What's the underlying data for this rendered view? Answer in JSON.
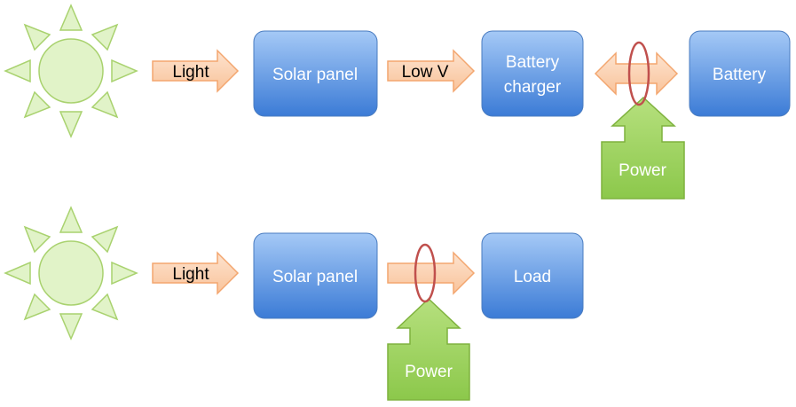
{
  "colors": {
    "sun_fill": "#dff2c4",
    "sun_stroke": "#a6d36b",
    "arrow_fill": "#fbd1b1",
    "arrow_stroke": "#f3a66f",
    "box_top": "#9cc3f3",
    "box_bottom": "#3a7bd5",
    "box_stroke": "#4a7cc0",
    "power_fill": "#9fd45e",
    "power_stroke": "#7fb23e",
    "ring": "#c0504d",
    "box_text": "#ffffff",
    "arrow_text": "#000000"
  },
  "diagram1": {
    "sun_label": "",
    "light_arrow": "Light",
    "solar_panel": "Solar panel",
    "low_v_arrow": "Low V",
    "battery_charger_line1": "Battery",
    "battery_charger_line2": "charger",
    "battery": "Battery",
    "power": "Power"
  },
  "diagram2": {
    "light_arrow": "Light",
    "solar_panel": "Solar panel",
    "load": "Load",
    "power": "Power"
  }
}
